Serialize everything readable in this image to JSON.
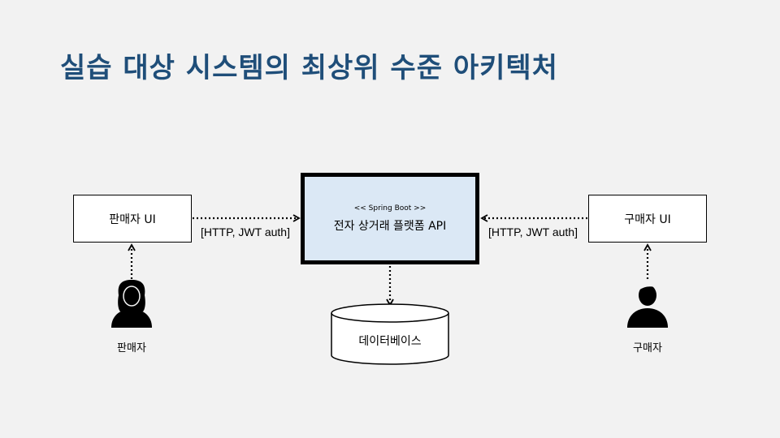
{
  "title": "실습 대상 시스템의 최상위 수준 아키텍처",
  "nodes": {
    "seller_ui": "판매자 UI",
    "buyer_ui": "구매자 UI",
    "api_stereotype": "<< Spring Boot >>",
    "api": "전자 상거래 플랫폼 API",
    "database": "데이터베이스"
  },
  "actors": {
    "seller": "판매자",
    "buyer": "구매자"
  },
  "edges": {
    "seller_to_api": "[HTTP, JWT auth]",
    "buyer_to_api": "[HTTP, JWT auth]"
  }
}
